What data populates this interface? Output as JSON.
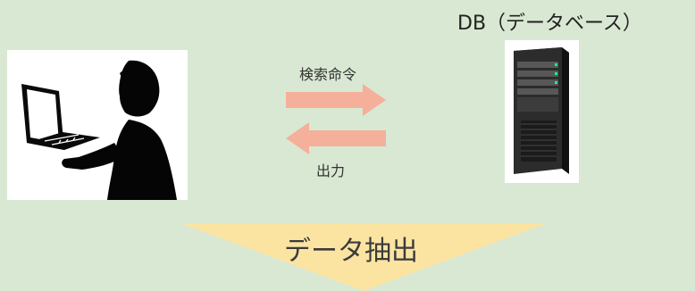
{
  "diagram": {
    "db_label": "DB（データベース）",
    "query_label": "検索命令",
    "output_label": "出力",
    "extract_label": "データ抽出"
  },
  "colors": {
    "background": "#d9e8d2",
    "arrow": "#f4b09a",
    "funnel": "#fbe4a2",
    "server_body": "#2c2c2c",
    "server_accent": "#00ff90"
  },
  "icons": {
    "user": "person-at-laptop-icon",
    "server": "tower-server-icon"
  }
}
